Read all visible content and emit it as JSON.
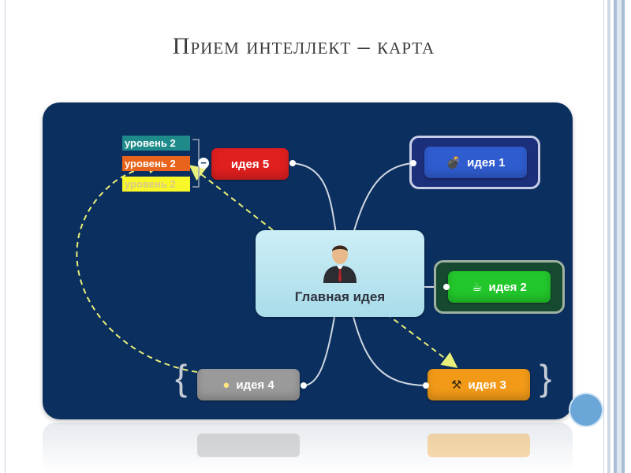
{
  "slide": {
    "title": "Прием интеллект – карта"
  },
  "mindmap": {
    "central": {
      "label": "Главная идея",
      "icon": "person-icon"
    },
    "ideas": [
      {
        "id": "idea1",
        "label": "идея 1",
        "color": "#2f5ccf",
        "icon": "bomb-icon"
      },
      {
        "id": "idea2",
        "label": "идея 2",
        "color": "#22c72b",
        "icon": "coffee-cup-icon"
      },
      {
        "id": "idea3",
        "label": "идея 3",
        "color": "#f29a18",
        "icon": "gavel-icon"
      },
      {
        "id": "idea4",
        "label": "идея 4",
        "color": "#9a9a9a",
        "icon": "lightbulb-icon"
      },
      {
        "id": "idea5",
        "label": "идея 5",
        "color": "#e01f1f",
        "icon": ""
      }
    ],
    "levels": [
      {
        "label": "уровень 2",
        "color": "#1f8a8a"
      },
      {
        "label": "уровень 2",
        "color": "#e8641c"
      },
      {
        "label": "уровень 2",
        "color": "#f7f72a"
      }
    ],
    "collapse_symbol": "−",
    "brace_left": "{",
    "brace_right": "}"
  },
  "colors": {
    "background": "#0b2f5e",
    "central": "#bfe6f1",
    "link": "#cfd8e3",
    "arrow": "#e8ef7a"
  }
}
